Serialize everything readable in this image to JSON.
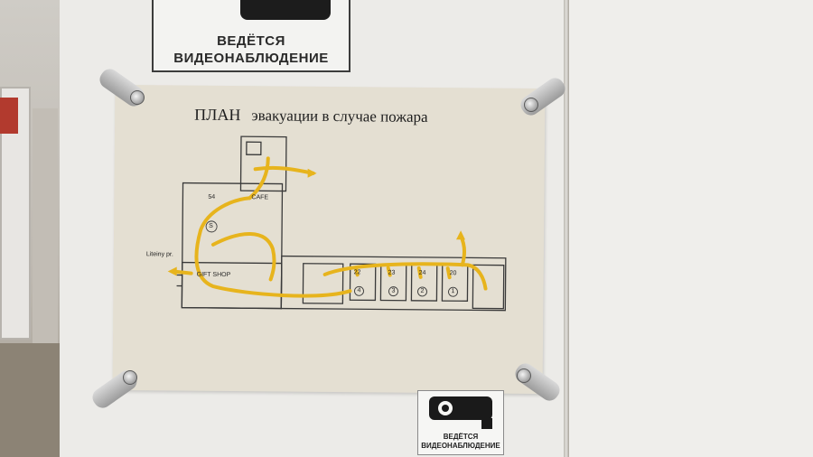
{
  "signs": {
    "top": {
      "line1": "ВЕДЁТСЯ",
      "line2": "ВИДЕОНАБЛЮДЕНИЕ"
    },
    "bottom": {
      "line1": "ВЕДЁТСЯ",
      "line2": "ВИДЕОНАБЛЮДЕНИЕ"
    }
  },
  "plan": {
    "title_main": "ПЛАН",
    "title_rest": "эвакуации в случае пожара",
    "labels": {
      "cafe": "CAFE",
      "shop": "GIFT SHOP",
      "street": "Liteiny pr.",
      "room54": "54",
      "room_s": "S",
      "r1": "4",
      "r2": "3",
      "r3": "2",
      "r4": "1",
      "n22": "22",
      "n23": "23",
      "n24": "24",
      "n20": "20"
    }
  },
  "colors": {
    "evac_route": "#e7b41d",
    "wall": "#ecebe8",
    "paper": "#e4dfd2"
  }
}
